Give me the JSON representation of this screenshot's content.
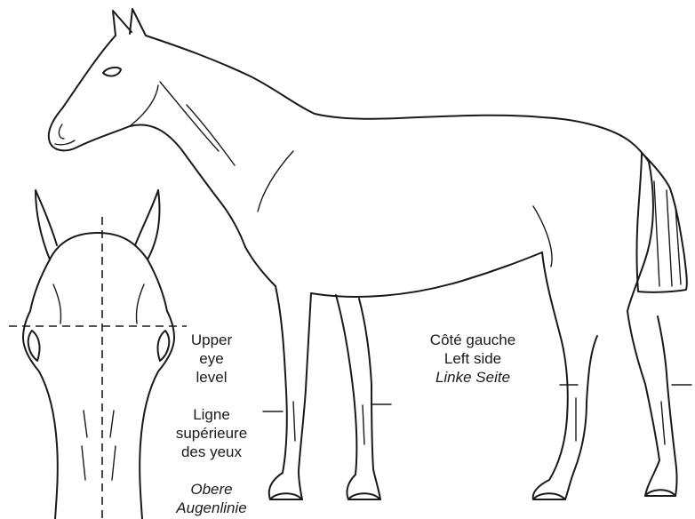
{
  "upper_eye_level": {
    "english": [
      "Upper",
      "eye",
      "level"
    ],
    "french": [
      "Ligne",
      "supérieure",
      "des yeux"
    ],
    "german": [
      "Obere",
      "Augenlinie"
    ]
  },
  "left_side": {
    "french": "Côté gauche",
    "english": "Left side",
    "german": "Linke Seite"
  }
}
